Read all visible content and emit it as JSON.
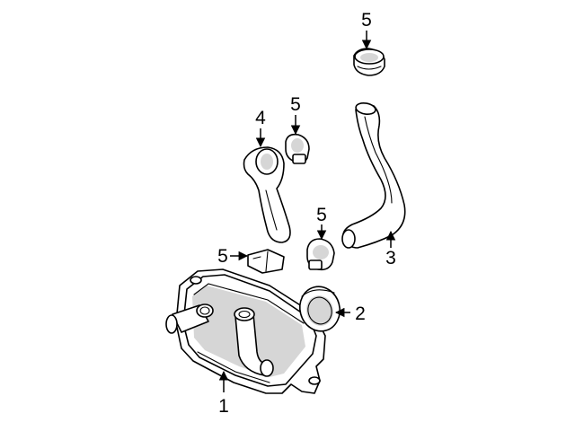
{
  "callouts": {
    "oil_cooler": "1",
    "gasket_seal": "2",
    "lower_hose": "3",
    "upper_hose": "4",
    "clamp_top": "5",
    "clamp_upper_hose": "5",
    "clamp_mid": "5",
    "clamp_left": "5"
  },
  "colors": {
    "line": "#000000",
    "shading": "#d6d6d6",
    "background": "#ffffff"
  }
}
